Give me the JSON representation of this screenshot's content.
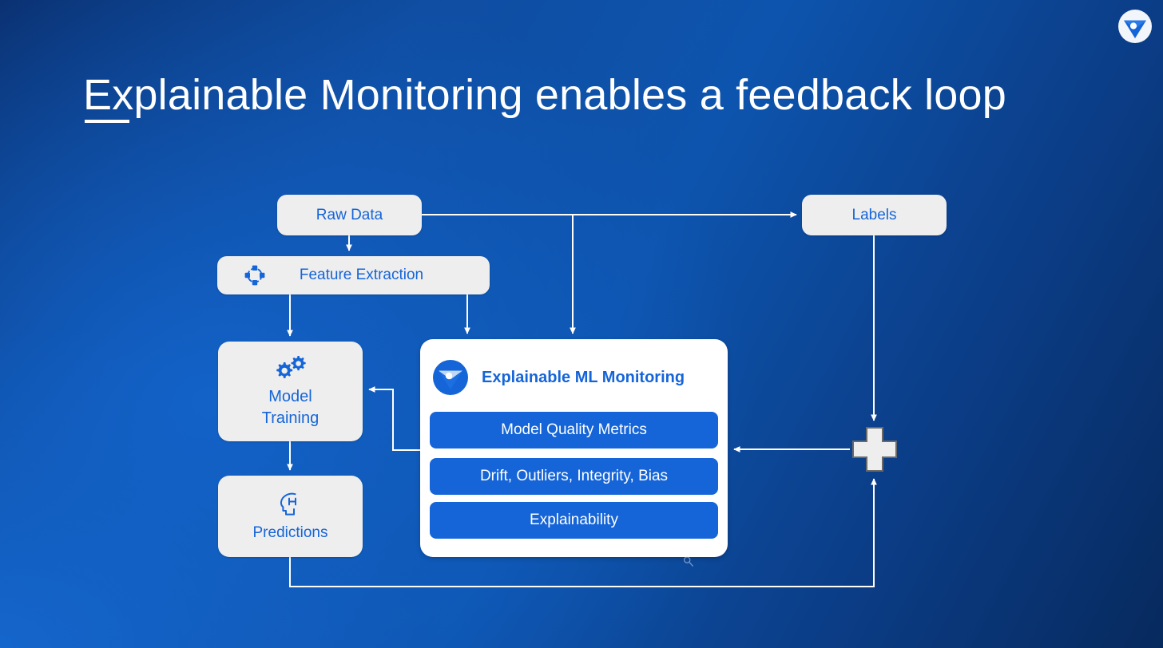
{
  "slide": {
    "title": "Explainable Monitoring enables a feedback loop",
    "brand_icon": "fiddler-logo-icon",
    "accent_blue": "#1565d8",
    "node_fill": "#eeeeee",
    "panel_fill": "#ffffff",
    "background_from": "#0a3070",
    "background_to": "#072a5e"
  },
  "diagram": {
    "nodes": [
      {
        "id": "raw-data",
        "label": "Raw Data",
        "icon": null
      },
      {
        "id": "labels",
        "label": "Labels",
        "icon": null
      },
      {
        "id": "feature-extraction",
        "label": "Feature Extraction",
        "icon": "feature-extraction-icon"
      },
      {
        "id": "model-training",
        "label_line1": "Model",
        "label_line2": "Training",
        "icon": "gears-icon"
      },
      {
        "id": "predictions",
        "label": "Predictions",
        "icon": "head-brain-icon"
      },
      {
        "id": "merge",
        "label": "",
        "icon": "merge-plus-icon"
      }
    ],
    "panel": {
      "title": "Explainable ML Monitoring",
      "logo_icon": "fiddler-logo-icon",
      "bars": [
        "Model Quality Metrics",
        "Drift, Outliers, Integrity, Bias",
        "Explainability"
      ]
    },
    "cursor_icon": "magnifier-cursor-icon"
  }
}
